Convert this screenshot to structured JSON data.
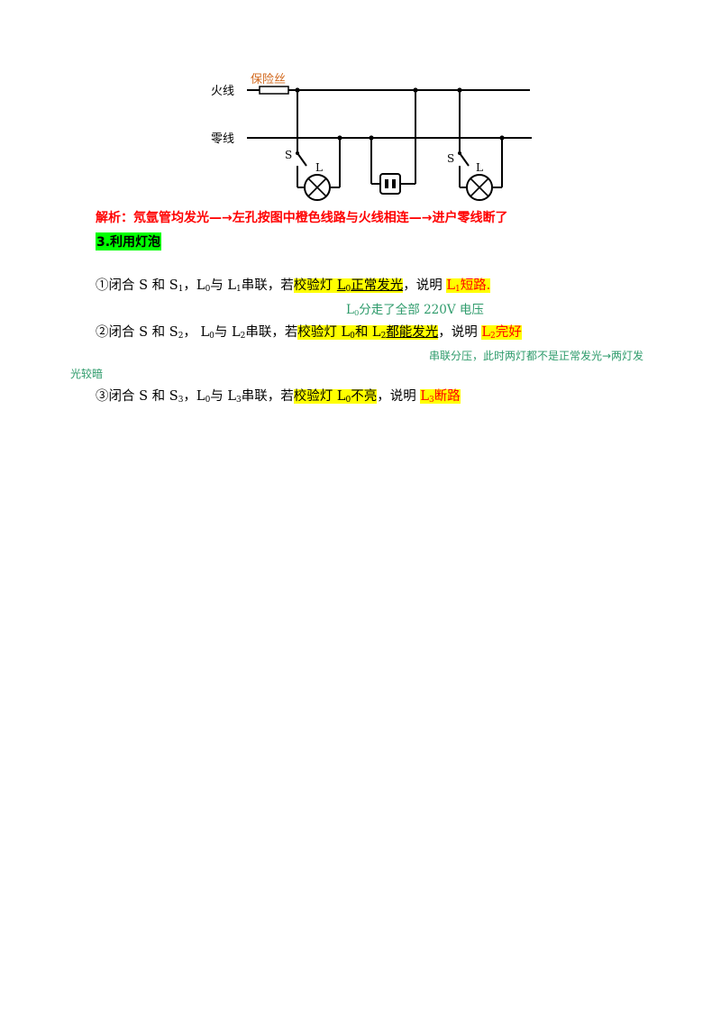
{
  "diagram": {
    "fuse_label": "保险丝",
    "live_label": "火线",
    "neutral_label": "零线",
    "switch_label_1": "S",
    "lamp_label_1": "L",
    "switch_label_2": "S",
    "lamp_label_2": "L"
  },
  "analysis": "解析：氖氩管均发光—→左孔按图中橙色线路与火线相连—→进户零线断了",
  "section_title": "3.利用灯泡",
  "items": [
    {
      "prefix": "①闭合 S 和 S",
      "sub1": "1",
      "mid1": "，L",
      "sub0": "0",
      "mid2": "与 L",
      "sub2": "1",
      "mid3": "串联，若",
      "hl1": "校验灯 ",
      "hl_u1": "L",
      "hl_u_sub": "0",
      "hl_u2": "正常发光",
      "tail": "，说明 ",
      "res1": "L",
      "res_sub": "1",
      "res2": "短路."
    },
    {
      "prefix": "②闭合 S 和 S",
      "sub1": "2",
      "mid1": "，  L",
      "sub0": "0",
      "mid2": "与 L",
      "sub2": "2",
      "mid3": "串联，若",
      "hl1": "校验灯 L",
      "hl1_sub": "0",
      "hl1b": "和 L",
      "hl1b_sub": "2",
      "hl_u2": "都能发光",
      "tail": "，说明 ",
      "res1": "L",
      "res_sub": "2",
      "res2": "完好"
    },
    {
      "prefix": "③闭合 S 和 S",
      "sub1": "3",
      "mid1": "，L",
      "sub0": "0",
      "mid2": "与 L",
      "sub2": "3",
      "mid3": "串联，若",
      "hl1": "校验灯 L",
      "hl1_sub": "0",
      "hl1c": "不亮",
      "tail": "，说明 ",
      "res1": "L",
      "res_sub": "3",
      "res2": "断路"
    }
  ],
  "note1": {
    "a": "L",
    "sub": "0",
    "b": "分走了全部 220V 电压"
  },
  "note2": {
    "line1": "串联分压，此时两灯都不是正常发光→两灯发",
    "line2": "光较暗"
  }
}
